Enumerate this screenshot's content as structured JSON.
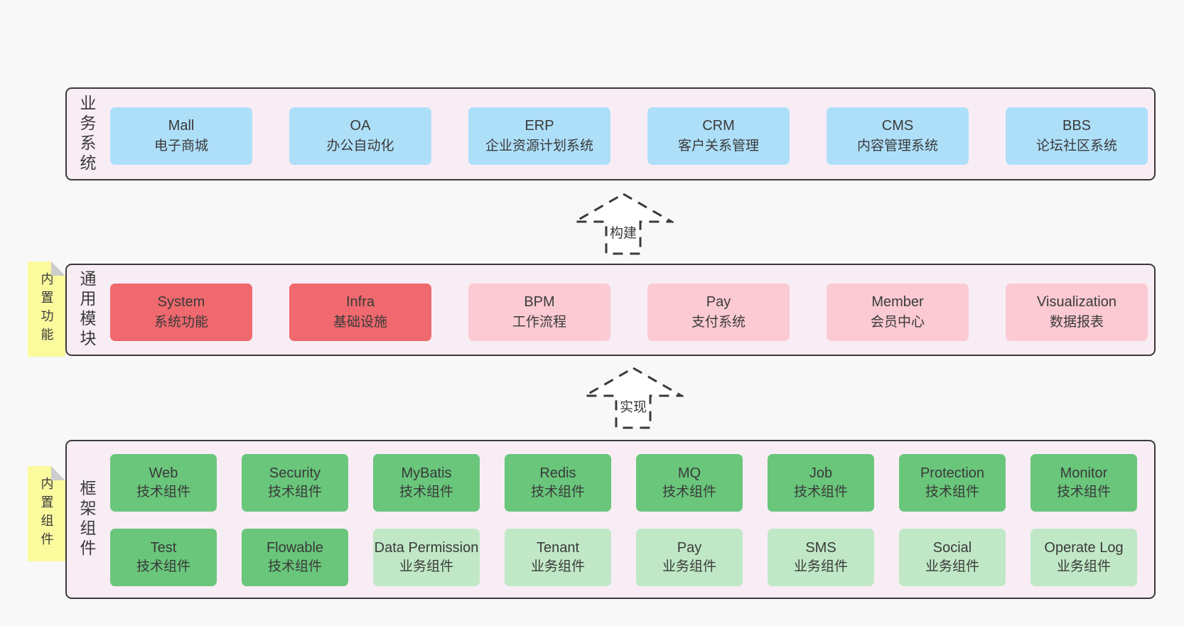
{
  "palette": {
    "bg": "#f8f8f8",
    "panel": "#f8edf5",
    "line": "#3a3a3a",
    "ink": "#3a3a3a",
    "blue": "#aedff9",
    "red": "#f0696e",
    "pink": "#fbcad3",
    "green": "#69c67b",
    "lightgreen": "#c0e8c6",
    "yellow": "#fbfa9d",
    "fold": "#cdcdcd"
  },
  "layers": [
    {
      "id": "business-systems",
      "label": "业务系统",
      "boxes": [
        {
          "title": "Mall",
          "subtitle": "电子商城",
          "variant": "blue"
        },
        {
          "title": "OA",
          "subtitle": "办公自动化",
          "variant": "blue"
        },
        {
          "title": "ERP",
          "subtitle": "企业资源计划系统",
          "variant": "blue"
        },
        {
          "title": "CRM",
          "subtitle": "客户关系管理",
          "variant": "blue"
        },
        {
          "title": "CMS",
          "subtitle": "内容管理系统",
          "variant": "blue"
        },
        {
          "title": "BBS",
          "subtitle": "论坛社区系统",
          "variant": "blue"
        }
      ]
    },
    {
      "id": "common-modules",
      "label": "通用模块",
      "note": "内置功能",
      "boxes": [
        {
          "title": "System",
          "subtitle": "系统功能",
          "variant": "red"
        },
        {
          "title": "Infra",
          "subtitle": "基础设施",
          "variant": "red"
        },
        {
          "title": "BPM",
          "subtitle": "工作流程",
          "variant": "pink"
        },
        {
          "title": "Pay",
          "subtitle": "支付系统",
          "variant": "pink"
        },
        {
          "title": "Member",
          "subtitle": "会员中心",
          "variant": "pink"
        },
        {
          "title": "Visualization",
          "subtitle": "数据报表",
          "variant": "pink"
        }
      ]
    },
    {
      "id": "framework-components",
      "label": "框架组件",
      "note": "内置组件",
      "rows": [
        [
          {
            "title": "Web",
            "subtitle": "技术组件",
            "variant": "green"
          },
          {
            "title": "Security",
            "subtitle": "技术组件",
            "variant": "green"
          },
          {
            "title": "MyBatis",
            "subtitle": "技术组件",
            "variant": "green"
          },
          {
            "title": "Redis",
            "subtitle": "技术组件",
            "variant": "green"
          },
          {
            "title": "MQ",
            "subtitle": "技术组件",
            "variant": "green"
          },
          {
            "title": "Job",
            "subtitle": "技术组件",
            "variant": "green"
          },
          {
            "title": "Protection",
            "subtitle": "技术组件",
            "variant": "green"
          },
          {
            "title": "Monitor",
            "subtitle": "技术组件",
            "variant": "green"
          }
        ],
        [
          {
            "title": "Test",
            "subtitle": "技术组件",
            "variant": "green"
          },
          {
            "title": "Flowable",
            "subtitle": "技术组件",
            "variant": "green"
          },
          {
            "title": "Data Permission",
            "subtitle": "业务组件",
            "variant": "lightgreen"
          },
          {
            "title": "Tenant",
            "subtitle": "业务组件",
            "variant": "lightgreen"
          },
          {
            "title": "Pay",
            "subtitle": "业务组件",
            "variant": "lightgreen"
          },
          {
            "title": "SMS",
            "subtitle": "业务组件",
            "variant": "lightgreen"
          },
          {
            "title": "Social",
            "subtitle": "业务组件",
            "variant": "lightgreen"
          },
          {
            "title": "Operate Log",
            "subtitle": "业务组件",
            "variant": "lightgreen"
          }
        ]
      ]
    }
  ],
  "arrows": [
    {
      "label": "构建"
    },
    {
      "label": "实现"
    }
  ]
}
